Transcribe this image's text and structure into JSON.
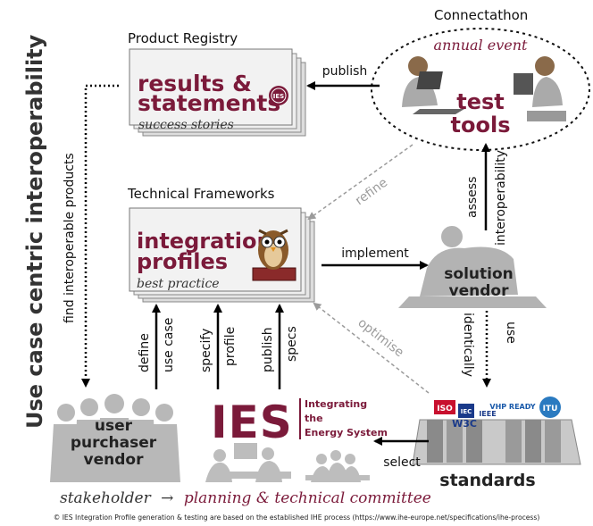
{
  "side_title": "Use case centric interoperability",
  "sections": {
    "product_registry": "Product Registry",
    "technical_frameworks": "Technical Frameworks",
    "connectathon": "Connectathon"
  },
  "docs": {
    "results_line1": "results &",
    "results_line2": "statements",
    "results_sub": "success stories",
    "results_seal": "IES",
    "integration_line1": "integration",
    "integration_line2": "profiles",
    "integration_sub": "best practice"
  },
  "event": {
    "annual": "annual event",
    "test_line1": "test",
    "test_line2": "tools"
  },
  "vendor": {
    "line1": "solution",
    "line2": "vendor"
  },
  "standards": {
    "label": "standards",
    "logos": [
      "ISO",
      "IEC",
      "IEEE",
      "W3C",
      "VHP READY",
      "ITU"
    ]
  },
  "stakeholder": {
    "line1": "user",
    "line2": "purchaser",
    "line3": "vendor"
  },
  "ies": {
    "logo": "IES",
    "tag1": "Integrating",
    "tag2": "the",
    "tag3": "Energy System"
  },
  "arrows": {
    "publish": "publish",
    "refine": "refine",
    "assess": "assess",
    "interoperability": "interoperability",
    "implement": "implement",
    "optimise": "optimise",
    "use": "use",
    "identically": "identically",
    "select": "select",
    "find": "find interoperable products",
    "define": "define",
    "use_case": "use case",
    "specify": "specify",
    "profile": "profile",
    "publish2": "publish",
    "specs": "specs"
  },
  "bottom": {
    "stakeholder": "stakeholder",
    "arrow": "→",
    "committee": "planning & technical committee"
  },
  "footer": "© IES Integration Profile generation & testing are based on the established IHE process (https://www.ihe-europe.net/specifications/ihe-process)",
  "colors": {
    "maroon": "#7b1a3a",
    "grey": "#9b9b9b",
    "dark": "#111111"
  }
}
